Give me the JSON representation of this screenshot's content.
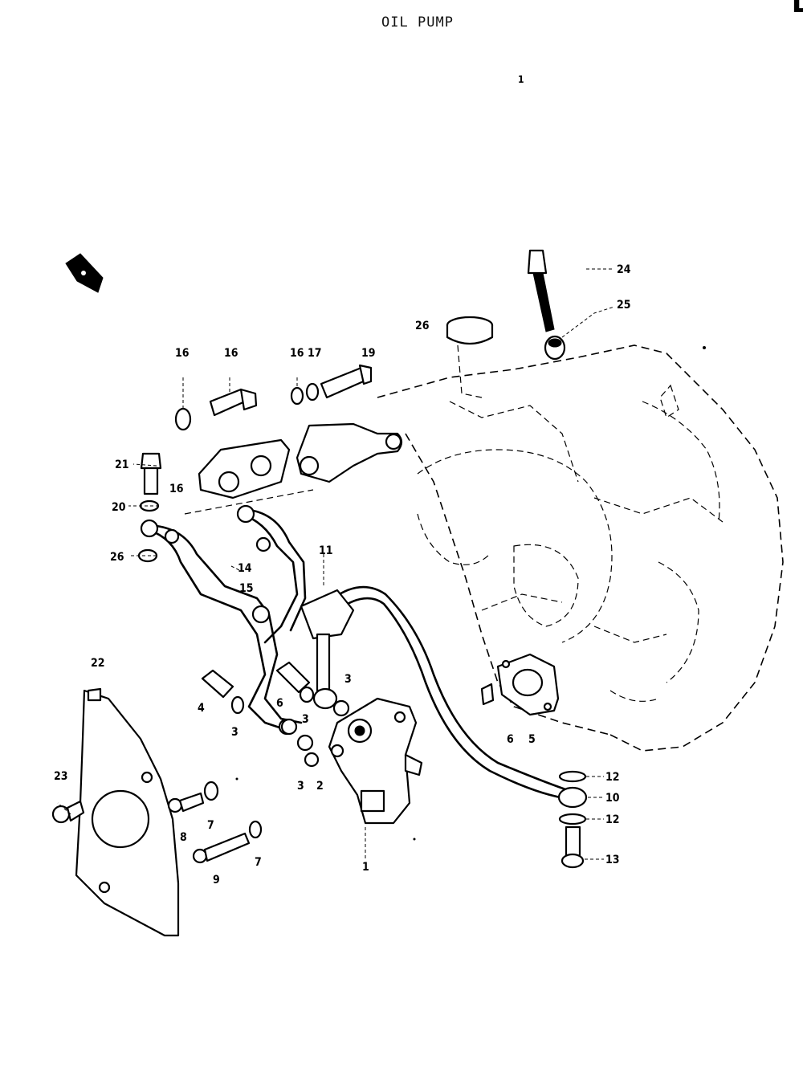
{
  "diagram": {
    "title": "OIL PUMP",
    "corner_code": "D",
    "callouts": {
      "c1": "1",
      "c1b": "1",
      "c2": "2",
      "c3a": "3",
      "c3b": "3",
      "c3c": "3",
      "c3d": "3",
      "c4": "4",
      "c5": "5",
      "c6": "6",
      "c6b": "6",
      "c7a": "7",
      "c7b": "7",
      "c8": "8",
      "c9": "9",
      "c10": "10",
      "c11": "11",
      "c12a": "12",
      "c12b": "12",
      "c13": "13",
      "c14": "14",
      "c15": "15",
      "c16a": "16",
      "c16b": "16",
      "c16c": "16",
      "c16d": "16",
      "c17": "17",
      "c19": "19",
      "c20": "20",
      "c21": "21",
      "c22": "22",
      "c23": "23",
      "c24": "24",
      "c25": "25",
      "c26a": "26",
      "c26b": "26"
    }
  }
}
